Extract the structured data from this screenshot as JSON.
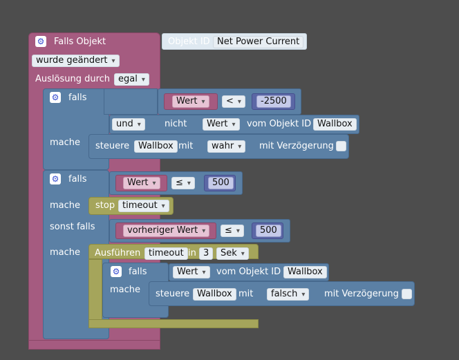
{
  "trigger": {
    "title": "Falls Objekt",
    "object_label": "Objekt ID",
    "object_value": "Net Power Current",
    "change_option": "wurde geändert",
    "trigger_label": "Auslösung durch",
    "trigger_value": "egal"
  },
  "if1": {
    "falls": "falls",
    "wert": "Wert",
    "op": "<",
    "num": "-2500",
    "and": "und",
    "nicht": "nicht",
    "wert2": "Wert",
    "vom_objekt_id": "vom Objekt ID",
    "wallbox": "Wallbox",
    "mache": "mache",
    "steuere": "steuere",
    "target": "Wallbox",
    "mit": "mit",
    "value": "wahr",
    "mit_verzoegerung": "mit Verzögerung"
  },
  "if2": {
    "falls": "falls",
    "wert": "Wert",
    "op": "≤",
    "num": "500",
    "mache": "mache",
    "stop": "stop",
    "timeout": "timeout",
    "sonst_falls": "sonst falls",
    "prev_value": "vorheriger Wert",
    "op2": "≤",
    "num2": "500",
    "mache2": "mache",
    "ausfuehren": "Ausführen",
    "timeout2": "timeout",
    "in": "in",
    "delay": "3",
    "unit": "Sek"
  },
  "if3": {
    "falls": "falls",
    "wert": "Wert",
    "vom_objekt_id": "vom Objekt ID",
    "wallbox": "Wallbox",
    "mache": "mache",
    "steuere": "steuere",
    "target": "Wallbox",
    "mit": "mit",
    "value": "falsch",
    "mit_verzoegerung": "mit Verzögerung"
  },
  "icons": [
    "gear-icon"
  ]
}
